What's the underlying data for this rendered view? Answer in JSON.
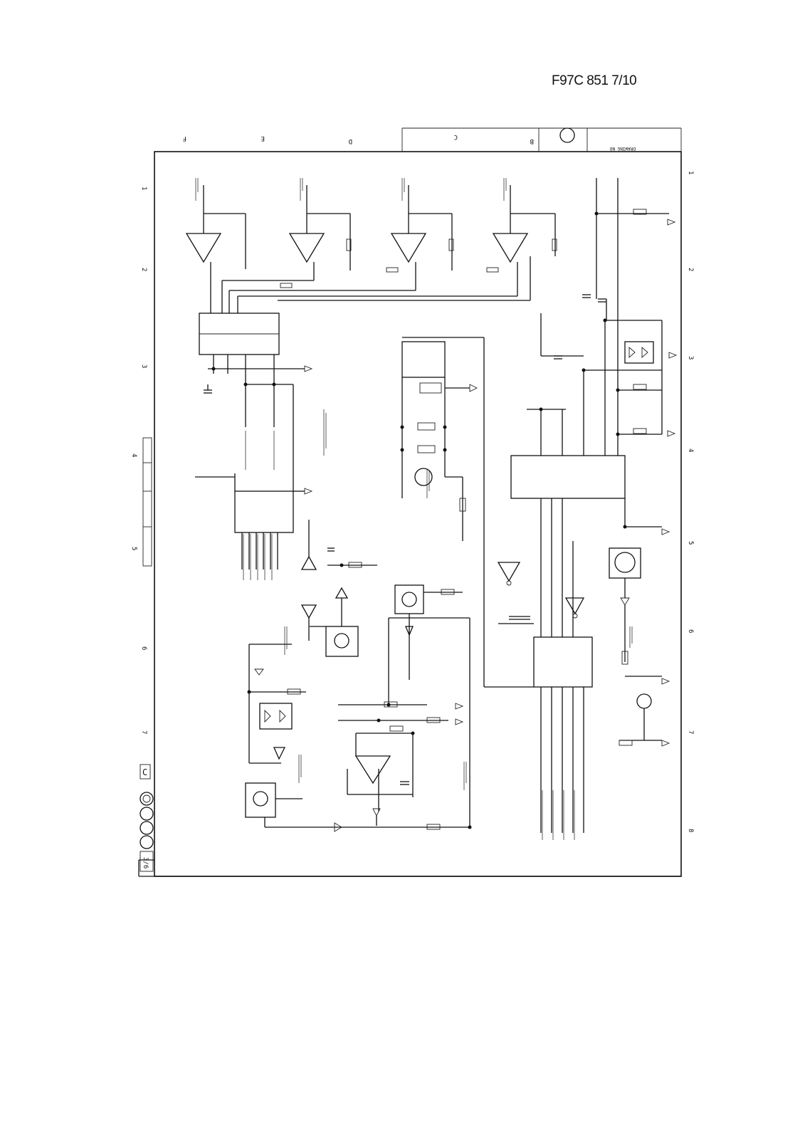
{
  "header": {
    "doc_ref": "F97C 851  7/10"
  },
  "border": {
    "letters_top": [
      "F",
      "E",
      "D",
      "C",
      "B"
    ],
    "numbers_right": [
      "1",
      "2",
      "3",
      "4",
      "5",
      "6",
      "7",
      "8"
    ],
    "numbers_left": [
      "1",
      "2",
      "3",
      "4",
      "5",
      "6",
      "7"
    ],
    "letter_bottom_left": "C",
    "sheet": "3/6"
  }
}
